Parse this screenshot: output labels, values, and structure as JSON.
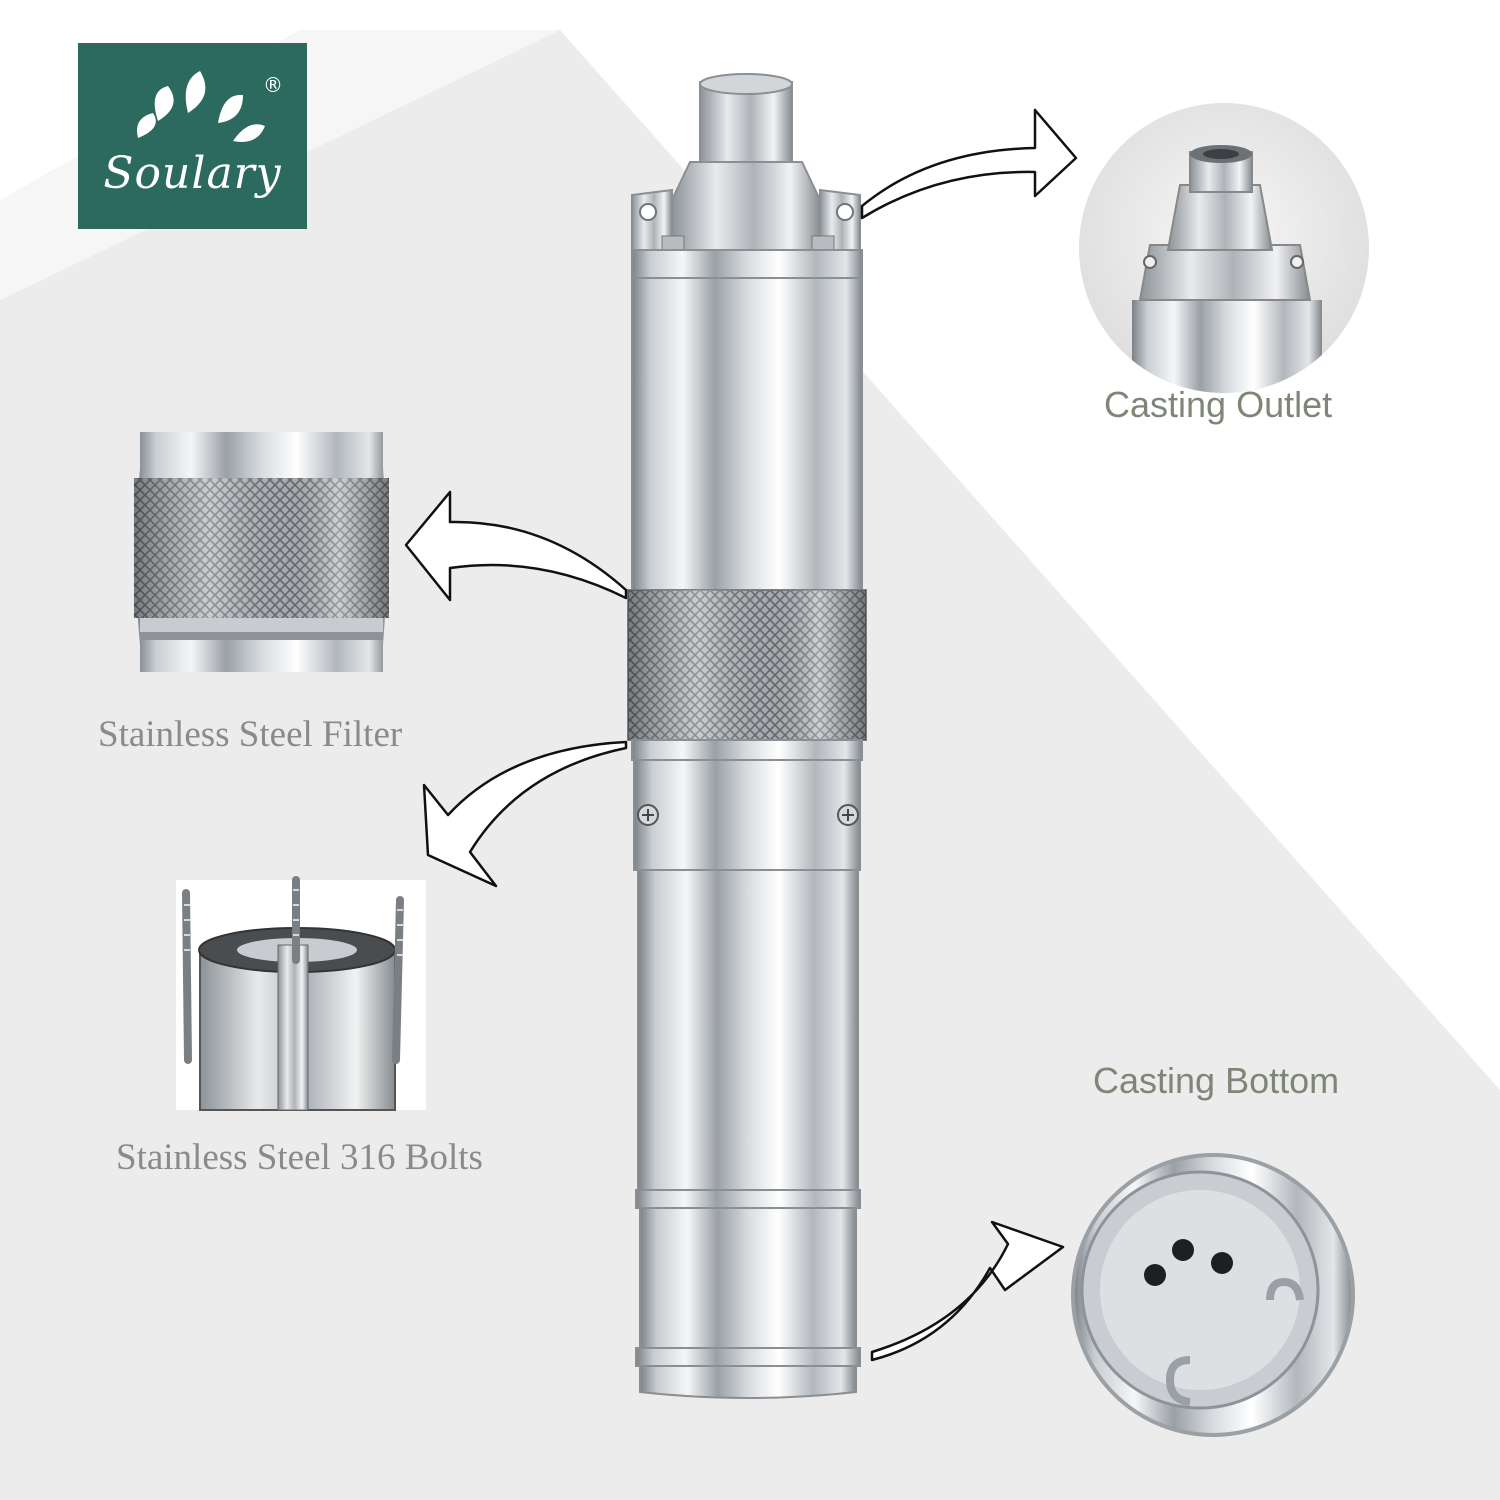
{
  "brand": {
    "name": "Soulary",
    "registered_mark": "®",
    "color": "#2c6a5f"
  },
  "callouts": {
    "casting_outlet": "Casting Outlet",
    "stainless_filter": "Stainless Steel Filter",
    "stainless_bolts": "Stainless Steel 316 Bolts",
    "casting_bottom": "Casting Bottom"
  },
  "colors": {
    "sans_label": "#7f8677",
    "serif_label": "#8a8a8a",
    "background_band": "#ececec",
    "steel_light": "#f4f5f6",
    "steel_dark": "#8d9399"
  },
  "icons": [
    "logo-leaves-icon",
    "arrow-outlet-icon",
    "arrow-filter-icon",
    "arrow-bolts-icon",
    "arrow-bottom-icon"
  ]
}
